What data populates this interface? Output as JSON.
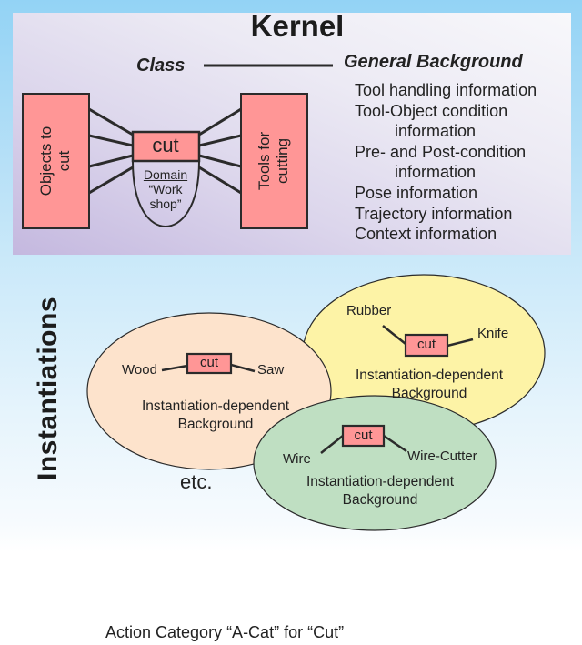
{
  "kernel": {
    "title": "Kernel",
    "class_label": "Class",
    "general_background_label": "General Background",
    "left_box": {
      "line1": "Objects to",
      "line2": "cut"
    },
    "center_box": "cut",
    "domain": {
      "label": "Domain",
      "line1": "“Work",
      "line2": "shop”"
    },
    "right_box": {
      "line1": "Tools for",
      "line2": "cutting"
    },
    "general_background_items": [
      {
        "text": "Tool handling information",
        "indent": false
      },
      {
        "text": "Tool-Object condition",
        "indent": false
      },
      {
        "text": "information",
        "indent": true
      },
      {
        "text": "Pre- and Post-condition",
        "indent": false
      },
      {
        "text": "information",
        "indent": true
      },
      {
        "text": "Pose information",
        "indent": false
      },
      {
        "text": "Trajectory information",
        "indent": false
      },
      {
        "text": "Context information",
        "indent": false
      }
    ]
  },
  "instantiations": {
    "label": "Instantiations",
    "items": [
      {
        "object": "Wood",
        "action": "cut",
        "tool": "Saw",
        "background_line1": "Instantiation-dependent",
        "background_line2": "Background",
        "fill": "#fde3cc"
      },
      {
        "object": "Rubber",
        "action": "cut",
        "tool": "Knife",
        "background_line1": "Instantiation-dependent",
        "background_line2": "Background",
        "fill": "#fdf3a6"
      },
      {
        "object": "Wire",
        "action": "cut",
        "tool": "Wire-Cutter",
        "background_line1": "Instantiation-dependent",
        "background_line2": "Background",
        "fill": "#bfdfc2"
      }
    ],
    "etc": "etc."
  },
  "caption": "Action Category “A-Cat” for “Cut”",
  "colors": {
    "box_fill": "#ff9696",
    "stroke": "#2b2b2b"
  }
}
